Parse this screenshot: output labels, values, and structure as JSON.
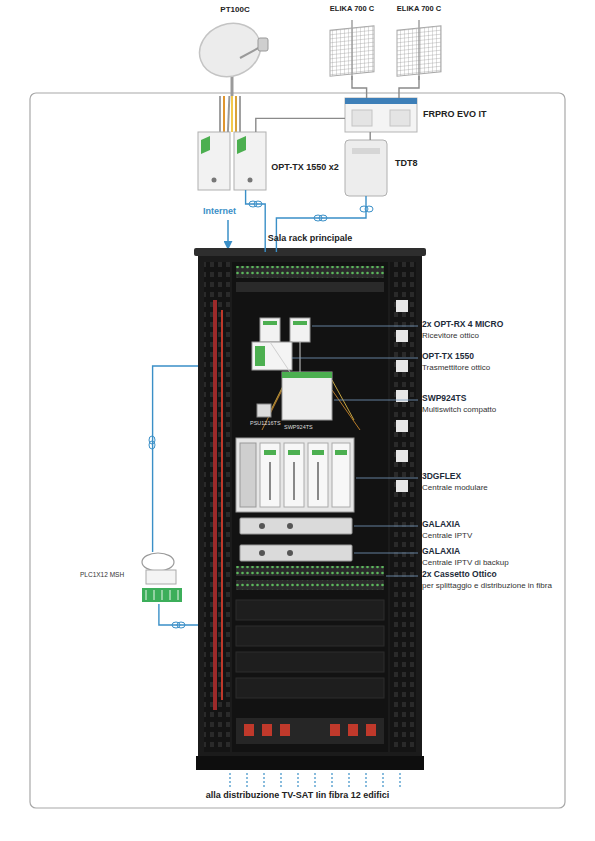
{
  "diagram": {
    "nodes": [
      {
        "text": [
          "PT100C"
        ]
      },
      {
        "text": [
          "ELIKA 700 C"
        ]
      },
      {
        "text": [
          "ELIKA 700 C"
        ]
      },
      {
        "text": [
          "FRPRO EVO IT"
        ]
      },
      {
        "text": [
          "OPT-TX 1550 x2"
        ]
      },
      {
        "text": [
          "TDT8"
        ]
      },
      {
        "text": [
          "Sala rack principale"
        ]
      },
      {
        "text": [
          "PLC1X12 MSH"
        ]
      }
    ],
    "edges": [
      {
        "from": 0,
        "to": 4,
        "arrow": "none"
      },
      {
        "from": 1,
        "to": 3,
        "arrow": "none"
      },
      {
        "from": 2,
        "to": 3,
        "arrow": "none"
      },
      {
        "from": 3,
        "to": 4,
        "arrow": "none"
      },
      {
        "from": 3,
        "to": 5,
        "arrow": "none"
      },
      {
        "from": 4,
        "to": 6,
        "arrow": "none"
      },
      {
        "from": 5,
        "to": 6,
        "arrow": "none"
      },
      {
        "from": 6,
        "to": 7,
        "arrow": "none"
      },
      {
        "from": 7,
        "to": 6,
        "arrow": "none"
      }
    ],
    "labels": [
      "Internet",
      "PSU1216TS",
      "SWP924TS",
      "2x OPT-RX 4 MICRO",
      "Ricevitore ottico",
      "OPT-TX 1550",
      "Trasmettitore ottico",
      "SWP924TS",
      "Multiswitch compatto",
      "3DGFLEX",
      "Centrale modulare",
      "GALAXIA",
      "Centrale IPTV",
      "GALAXIA",
      "Centrale IPTV di backup",
      "2x Cassetto Ottico",
      "per splittaggio e distribuzione in fibra",
      "alla distribuzione TV-SAT Iin fibra 12 edifici"
    ]
  }
}
